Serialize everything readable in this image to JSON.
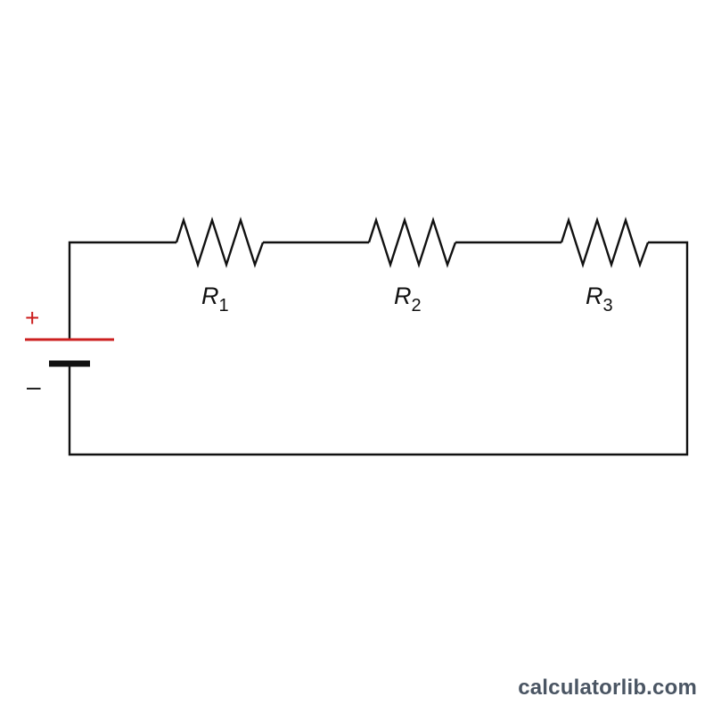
{
  "diagram": {
    "resistors": [
      {
        "label": "R",
        "subscript": "1"
      },
      {
        "label": "R",
        "subscript": "2"
      },
      {
        "label": "R",
        "subscript": "3"
      }
    ],
    "battery": {
      "positive_sign": "+",
      "negative_sign": "–",
      "positive_color": "#cc1f1f",
      "negative_color": "#111111"
    },
    "wire_color": "#111111"
  },
  "watermark": {
    "text": "calculatorlib.com"
  }
}
